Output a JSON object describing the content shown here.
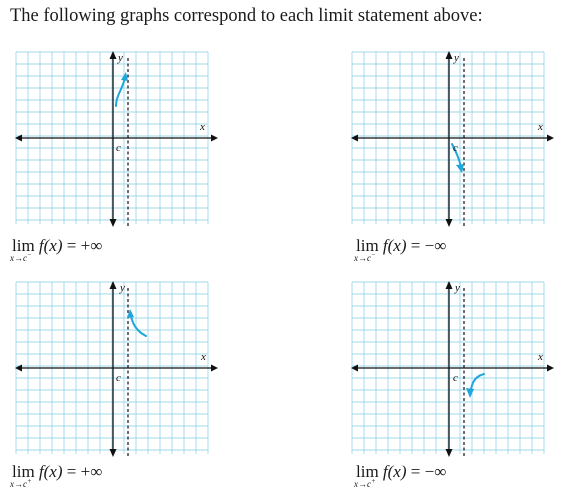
{
  "heading": "The following graphs correspond to each limit statement above:",
  "panels": [
    {
      "id": "tl",
      "label_y": "y",
      "label_x": "x",
      "label_c": "c",
      "limit": {
        "lim": "lim",
        "sub": "x→c",
        "side": "−",
        "fx": "f(x)",
        "eq": "=",
        "value": "+∞"
      }
    },
    {
      "id": "tr",
      "label_y": "y",
      "label_x": "x",
      "label_c": "c",
      "limit": {
        "lim": "lim",
        "sub": "x→c",
        "side": "−",
        "fx": "f(x)",
        "eq": "=",
        "value": "−∞"
      }
    },
    {
      "id": "bl",
      "label_y": "y",
      "label_x": "x",
      "label_c": "c",
      "limit": {
        "lim": "lim",
        "sub": "x→c",
        "side": "+",
        "fx": "f(x)",
        "eq": "=",
        "value": "+∞"
      }
    },
    {
      "id": "br",
      "label_y": "y",
      "label_x": "x",
      "label_c": "c",
      "limit": {
        "lim": "lim",
        "sub": "x→c",
        "side": "+",
        "fx": "f(x)",
        "eq": "=",
        "value": "−∞"
      }
    }
  ],
  "colors": {
    "grid": "#9fd7ea",
    "curve": "#1fa7dc",
    "axes": "#111111"
  }
}
